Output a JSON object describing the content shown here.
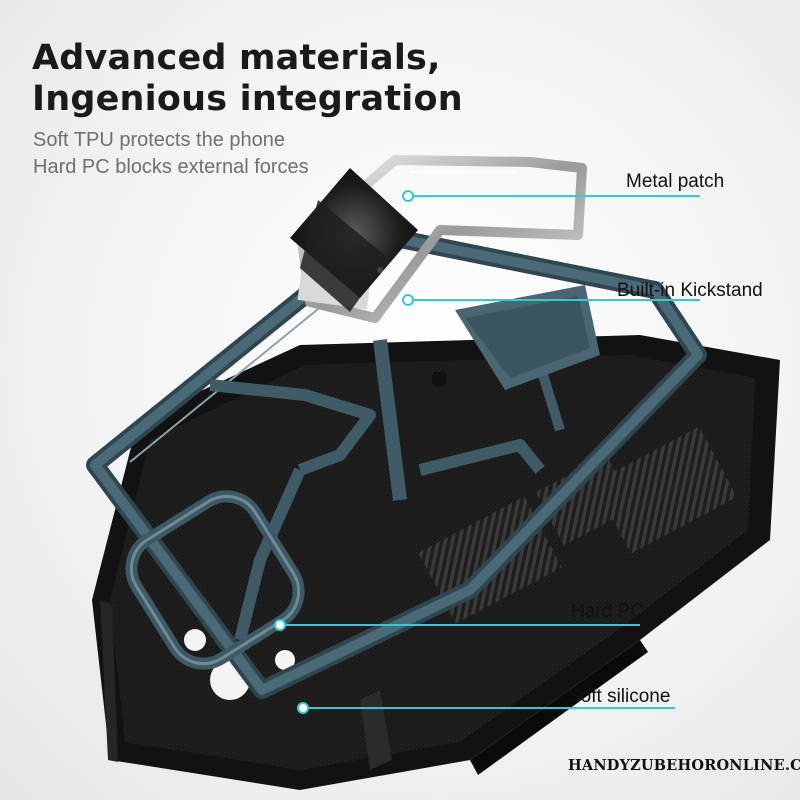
{
  "headline": {
    "line1": "Advanced materials,",
    "line2": "Ingenious integration"
  },
  "subline": {
    "line1": "Soft TPU protects the phone",
    "line2": "Hard PC blocks external forces"
  },
  "callouts": [
    {
      "label": "Metal patch"
    },
    {
      "label": "Built-in Kickstand"
    },
    {
      "label": "Hard PC"
    },
    {
      "label": "Soft silicone"
    }
  ],
  "watermark": "HANDYZUBEHORONLINE.COM",
  "colors": {
    "callout_line": "#35c9d3",
    "frame_teal": "#3c5864",
    "frame_teal_light": "#6f8b97",
    "case_black": "#141414",
    "heading": "#1a1a1a",
    "subtext": "#6f6f6f"
  }
}
